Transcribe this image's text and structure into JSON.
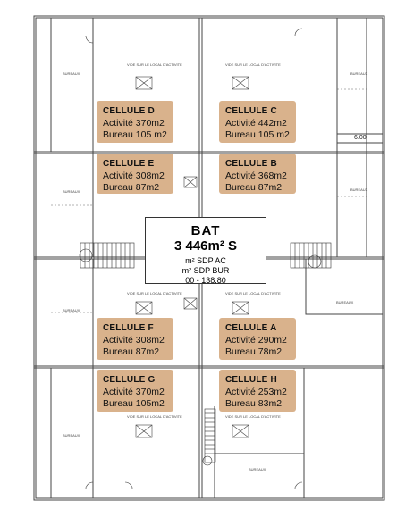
{
  "cells": [
    {
      "name": "CELLULE D",
      "activite": "Activité 370m2",
      "bureau": "Bureau 105 m2"
    },
    {
      "name": "CELLULE C",
      "activite": "Activité 442m2",
      "bureau": "Bureau 105 m2"
    },
    {
      "name": "CELLULE E",
      "activite": "Activité 308m2",
      "bureau": "Bureau 87m2"
    },
    {
      "name": "CELLULE B",
      "activite": "Activité 368m2",
      "bureau": "Bureau 87m2"
    },
    {
      "name": "CELLULE F",
      "activite": "Activité 308m2",
      "bureau": "Bureau 87m2"
    },
    {
      "name": "CELLULE A",
      "activite": "Activité 290m2",
      "bureau": "Bureau 78m2"
    },
    {
      "name": "CELLULE G",
      "activite": "Activité 370m2",
      "bureau": "Bureau 105m2"
    },
    {
      "name": "CELLULE H",
      "activite": "Activité 253m2",
      "bureau": "Bureau 83m2"
    }
  ],
  "center": {
    "line1": "BAT",
    "line2": "3 446m² S",
    "line3": "m² SDP AC",
    "line4": "m² SDP BUR",
    "line5": "00 - 138,80"
  },
  "dimension": "6.00",
  "bureaux_label": "BUREAUX",
  "vide_label": "VIDE SUR LE LOCAL D'ACTIVITE",
  "plan_colors": {
    "walls": "#333333",
    "cell_fill": "#d9b28c",
    "background": "#ffffff"
  }
}
